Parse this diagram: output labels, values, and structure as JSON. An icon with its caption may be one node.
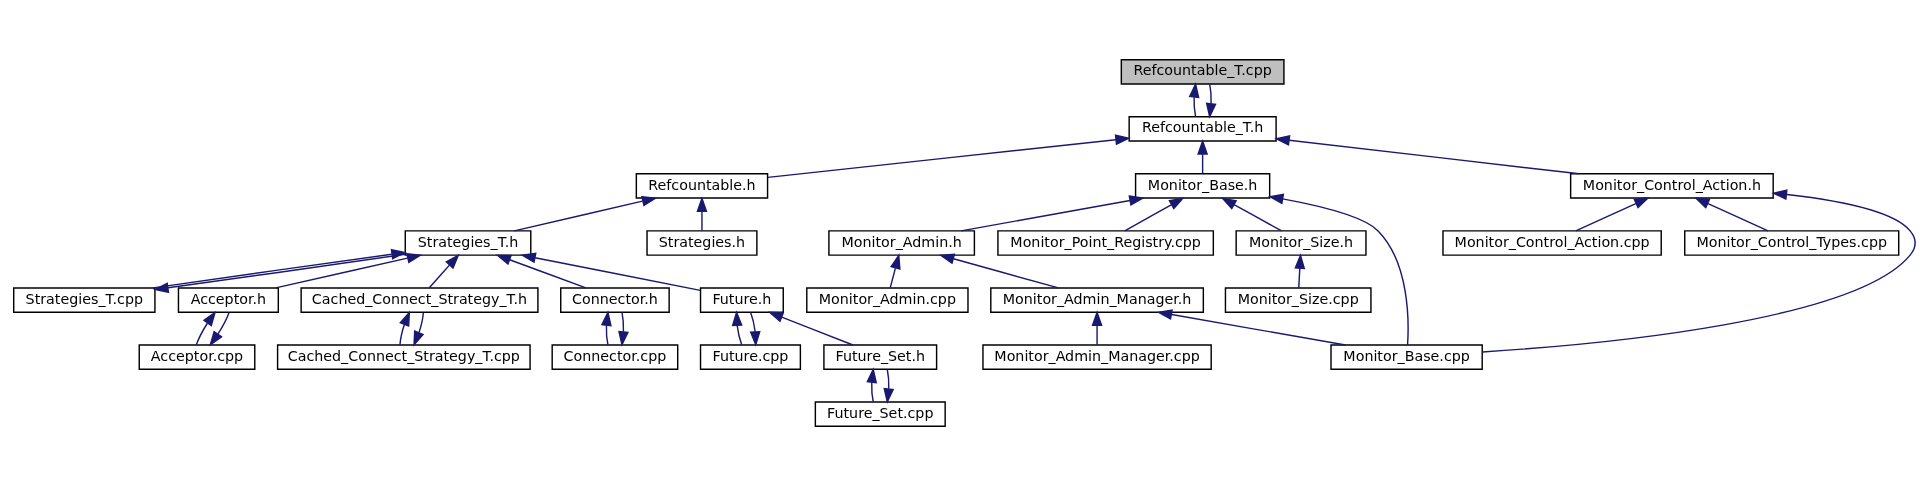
{
  "diagram": {
    "nodes": [
      {
        "text": [
          "Refcountable_T.cpp"
        ]
      },
      {
        "text": [
          "Refcountable_T.h"
        ]
      },
      {
        "text": [
          "Refcountable.h"
        ]
      },
      {
        "text": [
          "Monitor_Base.h"
        ]
      },
      {
        "text": [
          "Monitor_Control_Action.h"
        ]
      },
      {
        "text": [
          "Strategies_T.h"
        ]
      },
      {
        "text": [
          "Strategies.h"
        ]
      },
      {
        "text": [
          "Monitor_Admin.h"
        ]
      },
      {
        "text": [
          "Monitor_Point_Registry.cpp"
        ]
      },
      {
        "text": [
          "Monitor_Size.h"
        ]
      },
      {
        "text": [
          "Monitor_Control_Action.cpp"
        ]
      },
      {
        "text": [
          "Monitor_Control_Types.cpp"
        ]
      },
      {
        "text": [
          "Acceptor.h"
        ]
      },
      {
        "text": [
          "Strategies_T.cpp"
        ]
      },
      {
        "text": [
          "Cached_Connect_Strategy_T.h"
        ]
      },
      {
        "text": [
          "Connector.h"
        ]
      },
      {
        "text": [
          "Future.h"
        ]
      },
      {
        "text": [
          "Monitor_Admin.cpp"
        ]
      },
      {
        "text": [
          "Monitor_Admin_Manager.h"
        ]
      },
      {
        "text": [
          "Monitor_Size.cpp"
        ]
      },
      {
        "text": [
          "Acceptor.cpp"
        ]
      },
      {
        "text": [
          "Cached_Connect_Strategy_T.cpp"
        ]
      },
      {
        "text": [
          "Connector.cpp"
        ]
      },
      {
        "text": [
          "Future.cpp"
        ]
      },
      {
        "text": [
          "Future_Set.h"
        ]
      },
      {
        "text": [
          "Monitor_Admin_Manager.cpp"
        ]
      },
      {
        "text": [
          "Monitor_Base.cpp"
        ]
      },
      {
        "text": [
          "Future_Set.cpp"
        ]
      }
    ],
    "edges": [
      {
        "from": 1,
        "to": 0,
        "arrow": "to"
      },
      {
        "from": 0,
        "to": 1,
        "arrow": "to"
      },
      {
        "from": 2,
        "to": 1,
        "arrow": "to"
      },
      {
        "from": 3,
        "to": 1,
        "arrow": "to"
      },
      {
        "from": 4,
        "to": 1,
        "arrow": "to"
      },
      {
        "from": 5,
        "to": 2,
        "arrow": "to"
      },
      {
        "from": 6,
        "to": 2,
        "arrow": "to"
      },
      {
        "from": 7,
        "to": 3,
        "arrow": "to"
      },
      {
        "from": 26,
        "to": 3,
        "arrow": "to"
      },
      {
        "from": 8,
        "to": 3,
        "arrow": "to"
      },
      {
        "from": 9,
        "to": 3,
        "arrow": "to"
      },
      {
        "from": 26,
        "to": 4,
        "arrow": "to"
      },
      {
        "from": 10,
        "to": 4,
        "arrow": "to"
      },
      {
        "from": 11,
        "to": 4,
        "arrow": "to"
      },
      {
        "from": 12,
        "to": 5,
        "arrow": "to"
      },
      {
        "from": 13,
        "to": 5,
        "arrow": "to"
      },
      {
        "from": 5,
        "to": 13,
        "arrow": "to"
      },
      {
        "from": 14,
        "to": 5,
        "arrow": "to"
      },
      {
        "from": 15,
        "to": 5,
        "arrow": "to"
      },
      {
        "from": 16,
        "to": 5,
        "arrow": "to"
      },
      {
        "from": 17,
        "to": 7,
        "arrow": "to"
      },
      {
        "from": 18,
        "to": 7,
        "arrow": "to"
      },
      {
        "from": 19,
        "to": 9,
        "arrow": "to"
      },
      {
        "from": 20,
        "to": 12,
        "arrow": "to"
      },
      {
        "from": 12,
        "to": 20,
        "arrow": "to"
      },
      {
        "from": 21,
        "to": 14,
        "arrow": "to"
      },
      {
        "from": 14,
        "to": 21,
        "arrow": "to"
      },
      {
        "from": 22,
        "to": 15,
        "arrow": "to"
      },
      {
        "from": 15,
        "to": 22,
        "arrow": "to"
      },
      {
        "from": 23,
        "to": 16,
        "arrow": "to"
      },
      {
        "from": 16,
        "to": 23,
        "arrow": "to"
      },
      {
        "from": 24,
        "to": 16,
        "arrow": "to"
      },
      {
        "from": 25,
        "to": 18,
        "arrow": "to"
      },
      {
        "from": 26,
        "to": 18,
        "arrow": "to"
      },
      {
        "from": 27,
        "to": 24,
        "arrow": "to"
      },
      {
        "from": 24,
        "to": 27,
        "arrow": "to"
      }
    ]
  }
}
